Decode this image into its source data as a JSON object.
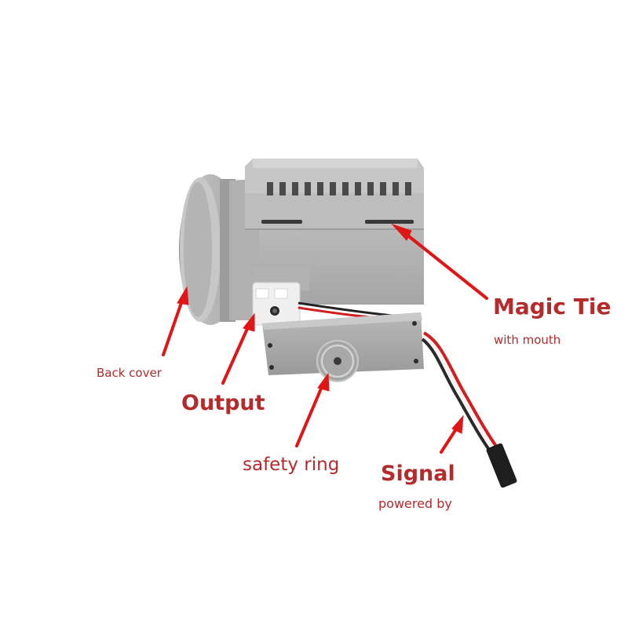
{
  "colors": {
    "plastic_light": "#b9b9b9",
    "plastic_mid": "#a3a3a3",
    "plastic_dark": "#7d7d7d",
    "slot": "#3b3b3b",
    "arrow": "#e01616",
    "label": "#b52a2a"
  },
  "labels": {
    "back_cover": "Back cover",
    "output": "Output",
    "safety_ring": "safety ring",
    "magic_tie": "Magic Tie",
    "with_mouth": "with mouth",
    "signal": "Signal",
    "powered_by": "powered by"
  }
}
